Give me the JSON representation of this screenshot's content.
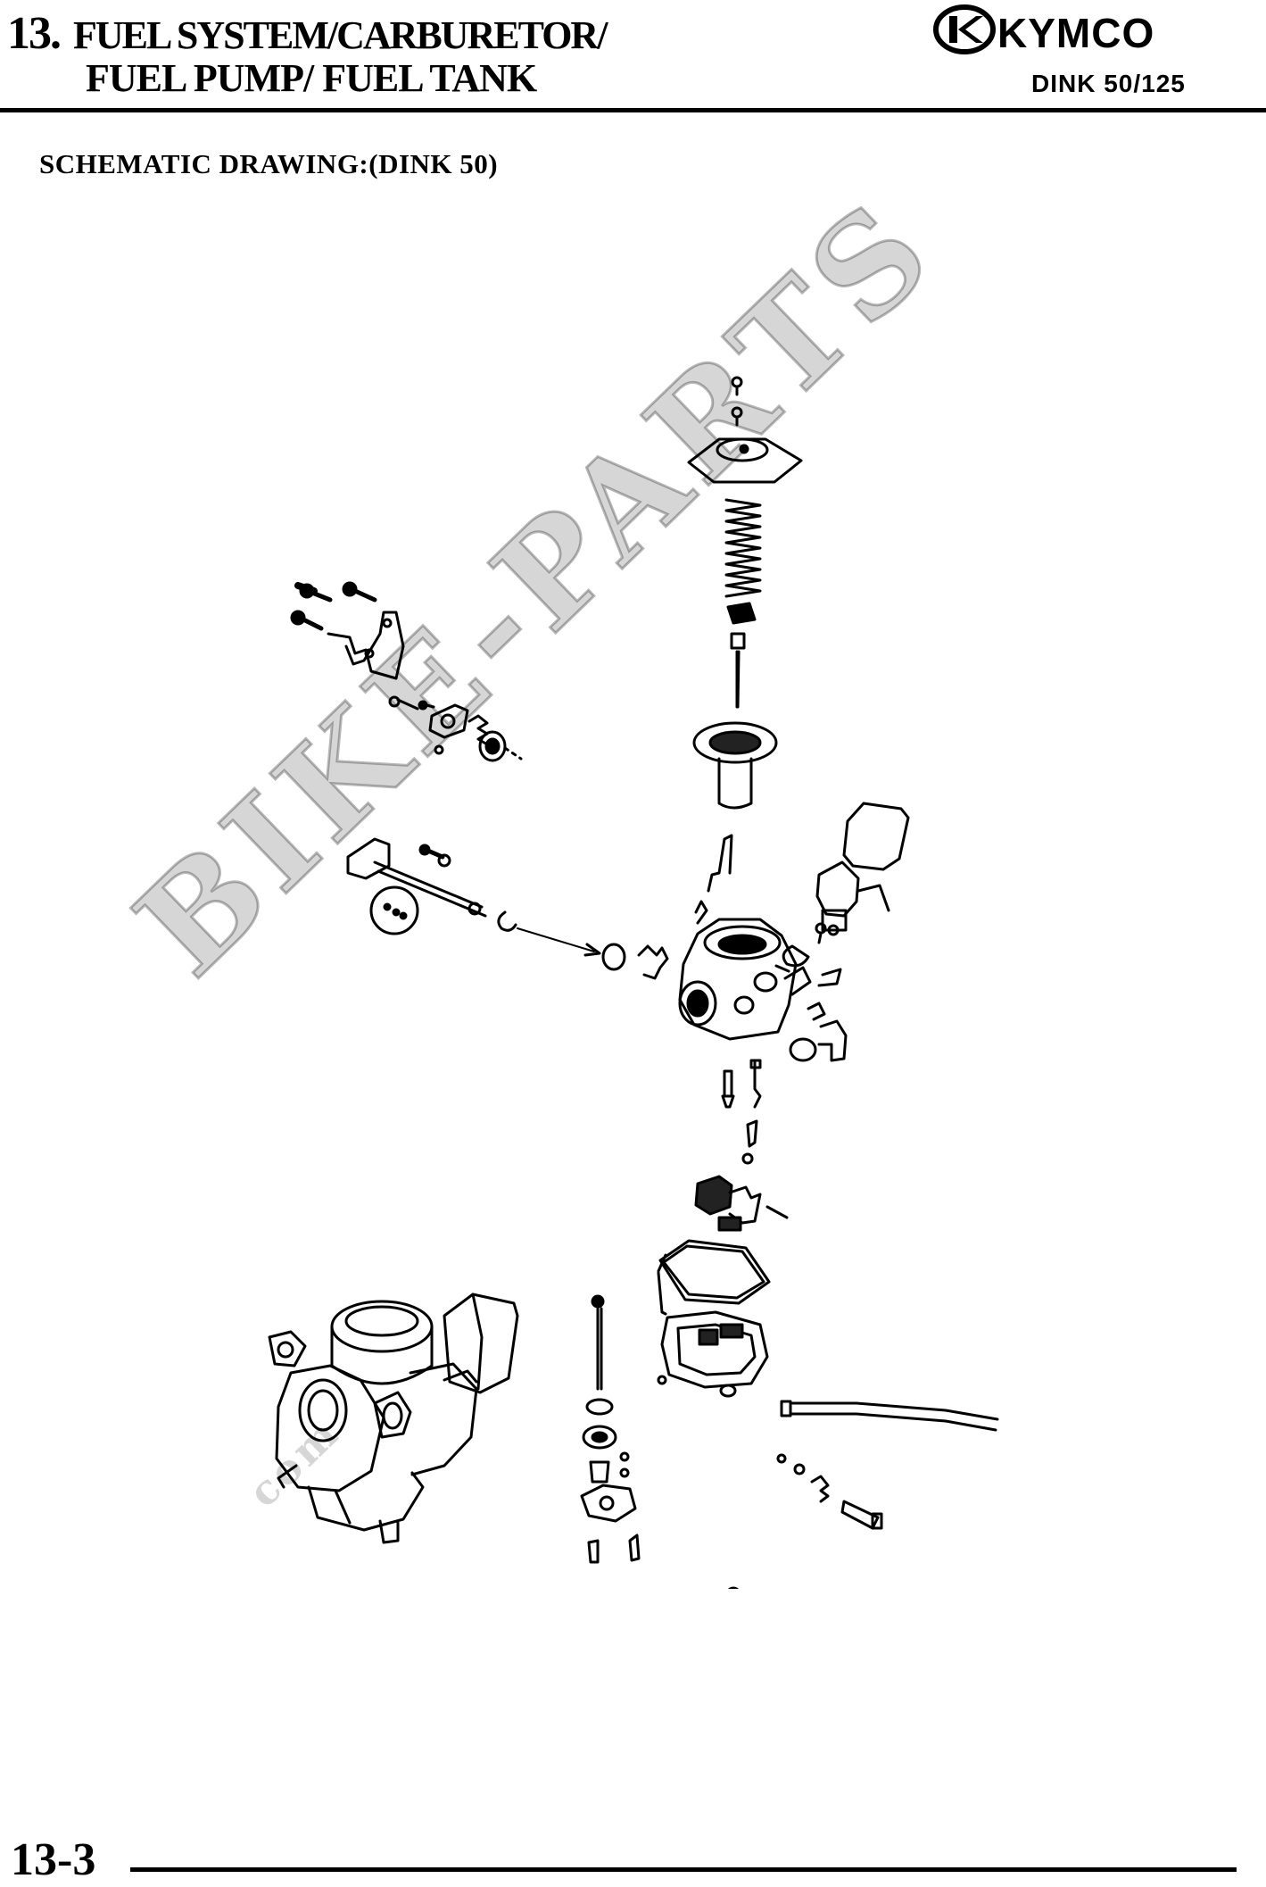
{
  "header": {
    "chapter_number": "13.",
    "title_line1": "FUEL SYSTEM/CARBURETOR/",
    "title_line2": "FUEL PUMP/ FUEL TANK",
    "brand": "KYMCO",
    "model": "DINK 50/125"
  },
  "section_title": "SCHEMATIC DRAWING:(DINK 50)",
  "diagram": {
    "icons": [
      "carburetor-exploded-view",
      "carburetor-assembly",
      "screw-icon",
      "spring-icon",
      "needle-icon",
      "float-bowl-icon",
      "fuel-hose-icon"
    ]
  },
  "watermark": {
    "main": "BIKE-PARTS",
    "sub": "com"
  },
  "footer": {
    "page_number": "13-3"
  }
}
